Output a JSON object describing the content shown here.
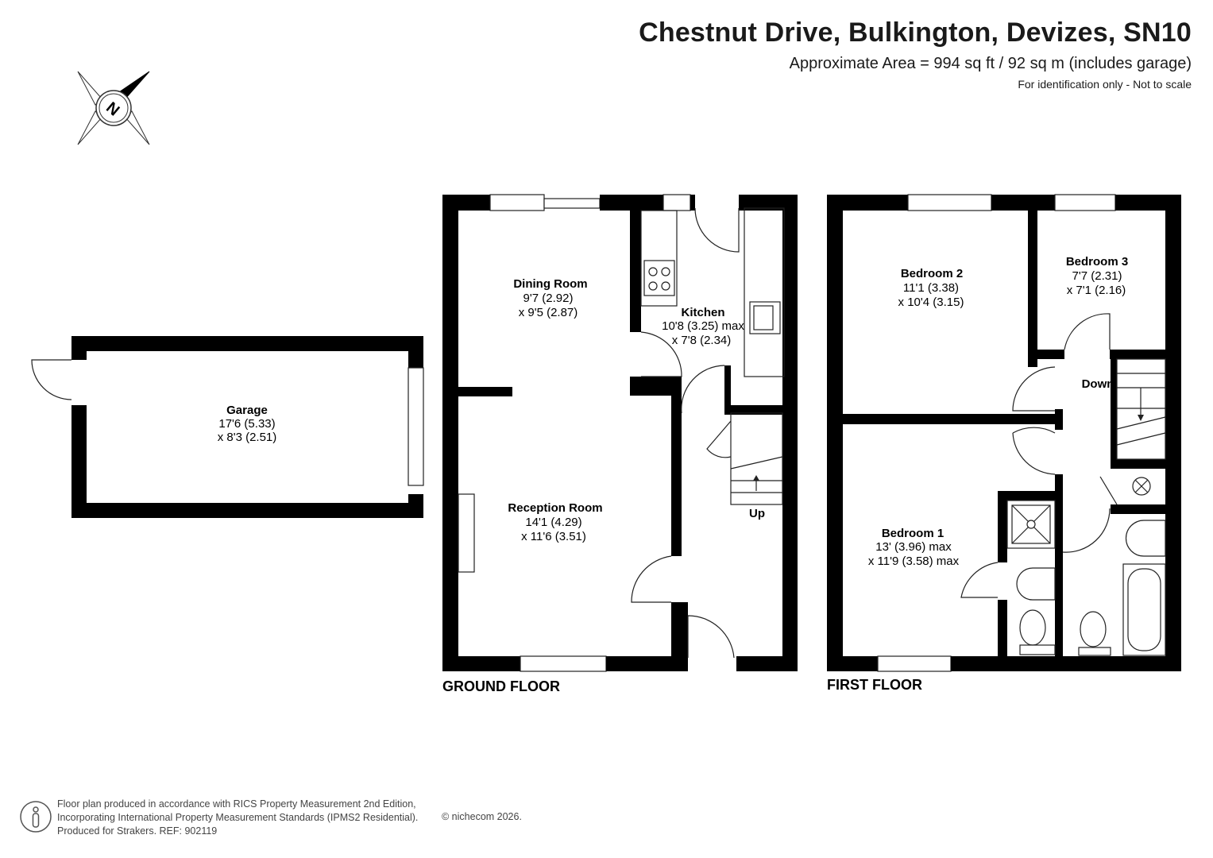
{
  "header": {
    "title": "Chestnut Drive, Bulkington, Devizes, SN10",
    "area": "Approximate Area = 994 sq ft / 92 sq m (includes garage)",
    "note": "For identification only - Not to scale"
  },
  "compass": {
    "label": "N"
  },
  "rooms": {
    "garage": {
      "name": "Garage",
      "dim1": "17'6 (5.33)",
      "dim2": "x 8'3 (2.51)"
    },
    "dining": {
      "name": "Dining Room",
      "dim1": "9'7 (2.92)",
      "dim2": "x 9'5 (2.87)"
    },
    "kitchen": {
      "name": "Kitchen",
      "dim1": "10'8 (3.25) max",
      "dim2": "x 7'8 (2.34)"
    },
    "reception": {
      "name": "Reception Room",
      "dim1": "14'1 (4.29)",
      "dim2": "x 11'6 (3.51)"
    },
    "bedroom2": {
      "name": "Bedroom 2",
      "dim1": "11'1 (3.38)",
      "dim2": "x 10'4 (3.15)"
    },
    "bedroom3": {
      "name": "Bedroom 3",
      "dim1": "7'7 (2.31)",
      "dim2": "x 7'1 (2.16)"
    },
    "bedroom1": {
      "name": "Bedroom 1",
      "dim1": "13' (3.96) max",
      "dim2": "x 11'9 (3.58) max"
    }
  },
  "stairs": {
    "up": "Up",
    "down": "Down"
  },
  "floors": {
    "ground": "GROUND FLOOR",
    "first": "FIRST FLOOR"
  },
  "footer": {
    "line1": "Floor plan produced in accordance with RICS Property Measurement 2nd Edition,",
    "line2": "Incorporating International Property Measurement Standards (IPMS2 Residential).",
    "line3": "Produced for Strakers.   REF: 902119",
    "copyright": "© nichecom 2026."
  }
}
